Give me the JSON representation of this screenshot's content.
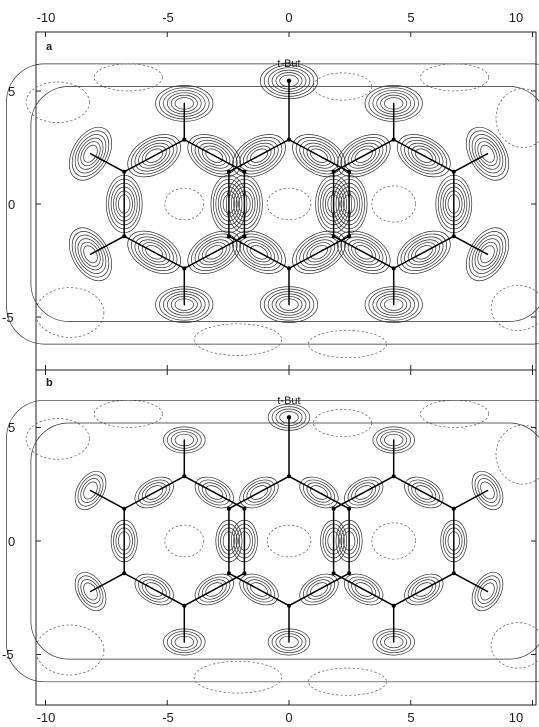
{
  "figure": {
    "x_ticks": [
      "-10",
      "-5",
      "0",
      "5",
      "10"
    ],
    "y_ticks": [
      "5",
      "0",
      "-5"
    ],
    "colors": {
      "ink": "#1a1a1a",
      "bond": "#000000",
      "contour": "#2b2b2b",
      "background": "#ffffff"
    },
    "panels": [
      {
        "letter": "a",
        "substituent_label": "t-But",
        "contour_density": 6
      },
      {
        "letter": "b",
        "substituent_label": "t-But",
        "contour_density": 4
      }
    ]
  }
}
